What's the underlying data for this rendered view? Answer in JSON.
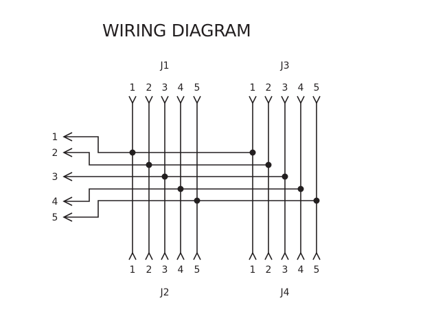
{
  "title": "WIRING DIAGRAM",
  "connectors": {
    "top_left": {
      "name": "J1",
      "pins": [
        "1",
        "2",
        "3",
        "4",
        "5"
      ],
      "symbol": "fork-down"
    },
    "top_right": {
      "name": "J3",
      "pins": [
        "1",
        "2",
        "3",
        "4",
        "5"
      ],
      "symbol": "fork-down"
    },
    "bottom_left": {
      "name": "J2",
      "pins": [
        "1",
        "2",
        "3",
        "4",
        "5"
      ],
      "symbol": "fork-up"
    },
    "bottom_right": {
      "name": "J4",
      "pins": [
        "1",
        "2",
        "3",
        "4",
        "5"
      ],
      "symbol": "fork-up"
    }
  },
  "leads": [
    {
      "label": "1",
      "connects": {
        "J1": "1",
        "J3": "1"
      }
    },
    {
      "label": "2",
      "connects": {
        "J1": "2",
        "J3": "2"
      }
    },
    {
      "label": "3",
      "connects": {
        "J1": "3",
        "J3": "3"
      }
    },
    {
      "label": "4",
      "connects": {
        "J1": "4",
        "J3": "4"
      }
    },
    {
      "label": "5",
      "connects": {
        "J1": "5",
        "J3": "5"
      }
    }
  ],
  "pass_through": [
    {
      "from": "J1",
      "to": "J2"
    },
    {
      "from": "J3",
      "to": "J4"
    }
  ],
  "colors": {
    "ink": "#231f20",
    "background": "#ffffff"
  }
}
